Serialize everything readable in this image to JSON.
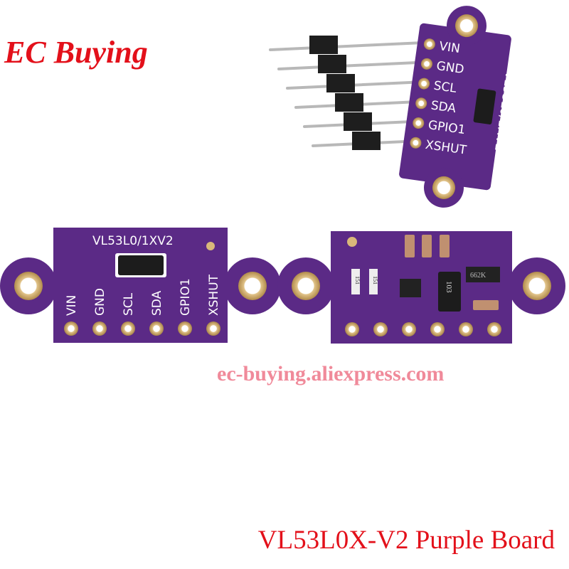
{
  "logo": {
    "text": "EC Buying"
  },
  "caption": "VL53L0X-V2 Purple Board",
  "watermark": "ec-buying.aliexpress.com",
  "board_front": {
    "title": "VL53L0/1XV2",
    "pins": [
      "VIN",
      "GND",
      "SCL",
      "SDA",
      "GPIO1",
      "XSHUT"
    ]
  },
  "board_back": {
    "resistors": [
      "151",
      "151"
    ],
    "chips": [
      "103",
      "662K"
    ]
  },
  "colors": {
    "pcb": "#5b2a86",
    "pad": "#d9b87a",
    "accent": "#e3101a"
  }
}
